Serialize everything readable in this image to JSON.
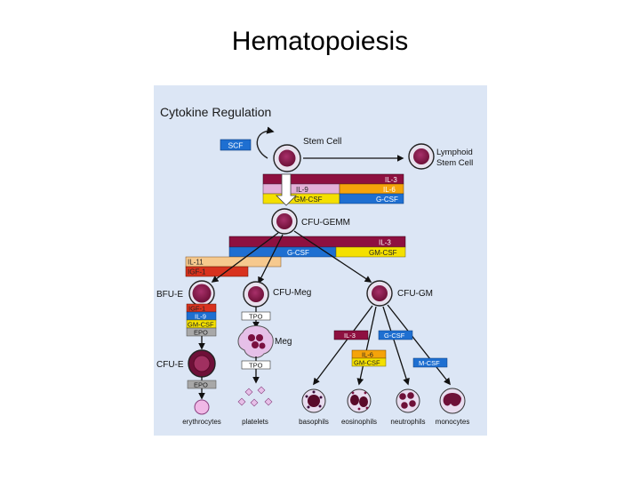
{
  "slide": {
    "title": "Hematopoiesis"
  },
  "diagram": {
    "heading": "Cytokine Regulation",
    "cells": {
      "stem_cell": "Stem Cell",
      "lymphoid_line1": "Lymphoid",
      "lymphoid_line2": "Stem Cell",
      "cfu_gemm": "CFU-GEMM",
      "bfu_e": "BFU-E",
      "cfu_meg": "CFU-Meg",
      "cfu_gm": "CFU-GM",
      "meg": "Meg",
      "cfu_e": "CFU-E"
    },
    "cytokines": {
      "scf": "SCF",
      "il3": "IL-3",
      "il9": "IL-9",
      "il6": "IL-6",
      "gmcsf": "GM-CSF",
      "gcsf": "G-CSF",
      "il11": "IL-11",
      "igf1": "IGF-1",
      "epo": "EPO",
      "tpo": "TPO",
      "mcsf": "M-CSF"
    },
    "products": {
      "erythrocytes": "erythrocytes",
      "platelets": "platelets",
      "basophils": "basophils",
      "eosinophils": "eosinophils",
      "neutrophils": "neutrophils",
      "monocytes": "monocytes"
    },
    "colors": {
      "panel": "#dce6f5",
      "cell": "#8b1e4e",
      "il3": "#8e1040",
      "il9": "#e3b0d8",
      "il6": "#f5a30a",
      "gmcsf": "#f4e000",
      "gcsf": "#1e6fd1",
      "il11": "#f6c98e",
      "igf1": "#d8321e",
      "epo": "#a8a8a8",
      "tpo": "#ffffff",
      "mcsf": "#1e6fd1",
      "scf": "#1e6fd1"
    }
  }
}
